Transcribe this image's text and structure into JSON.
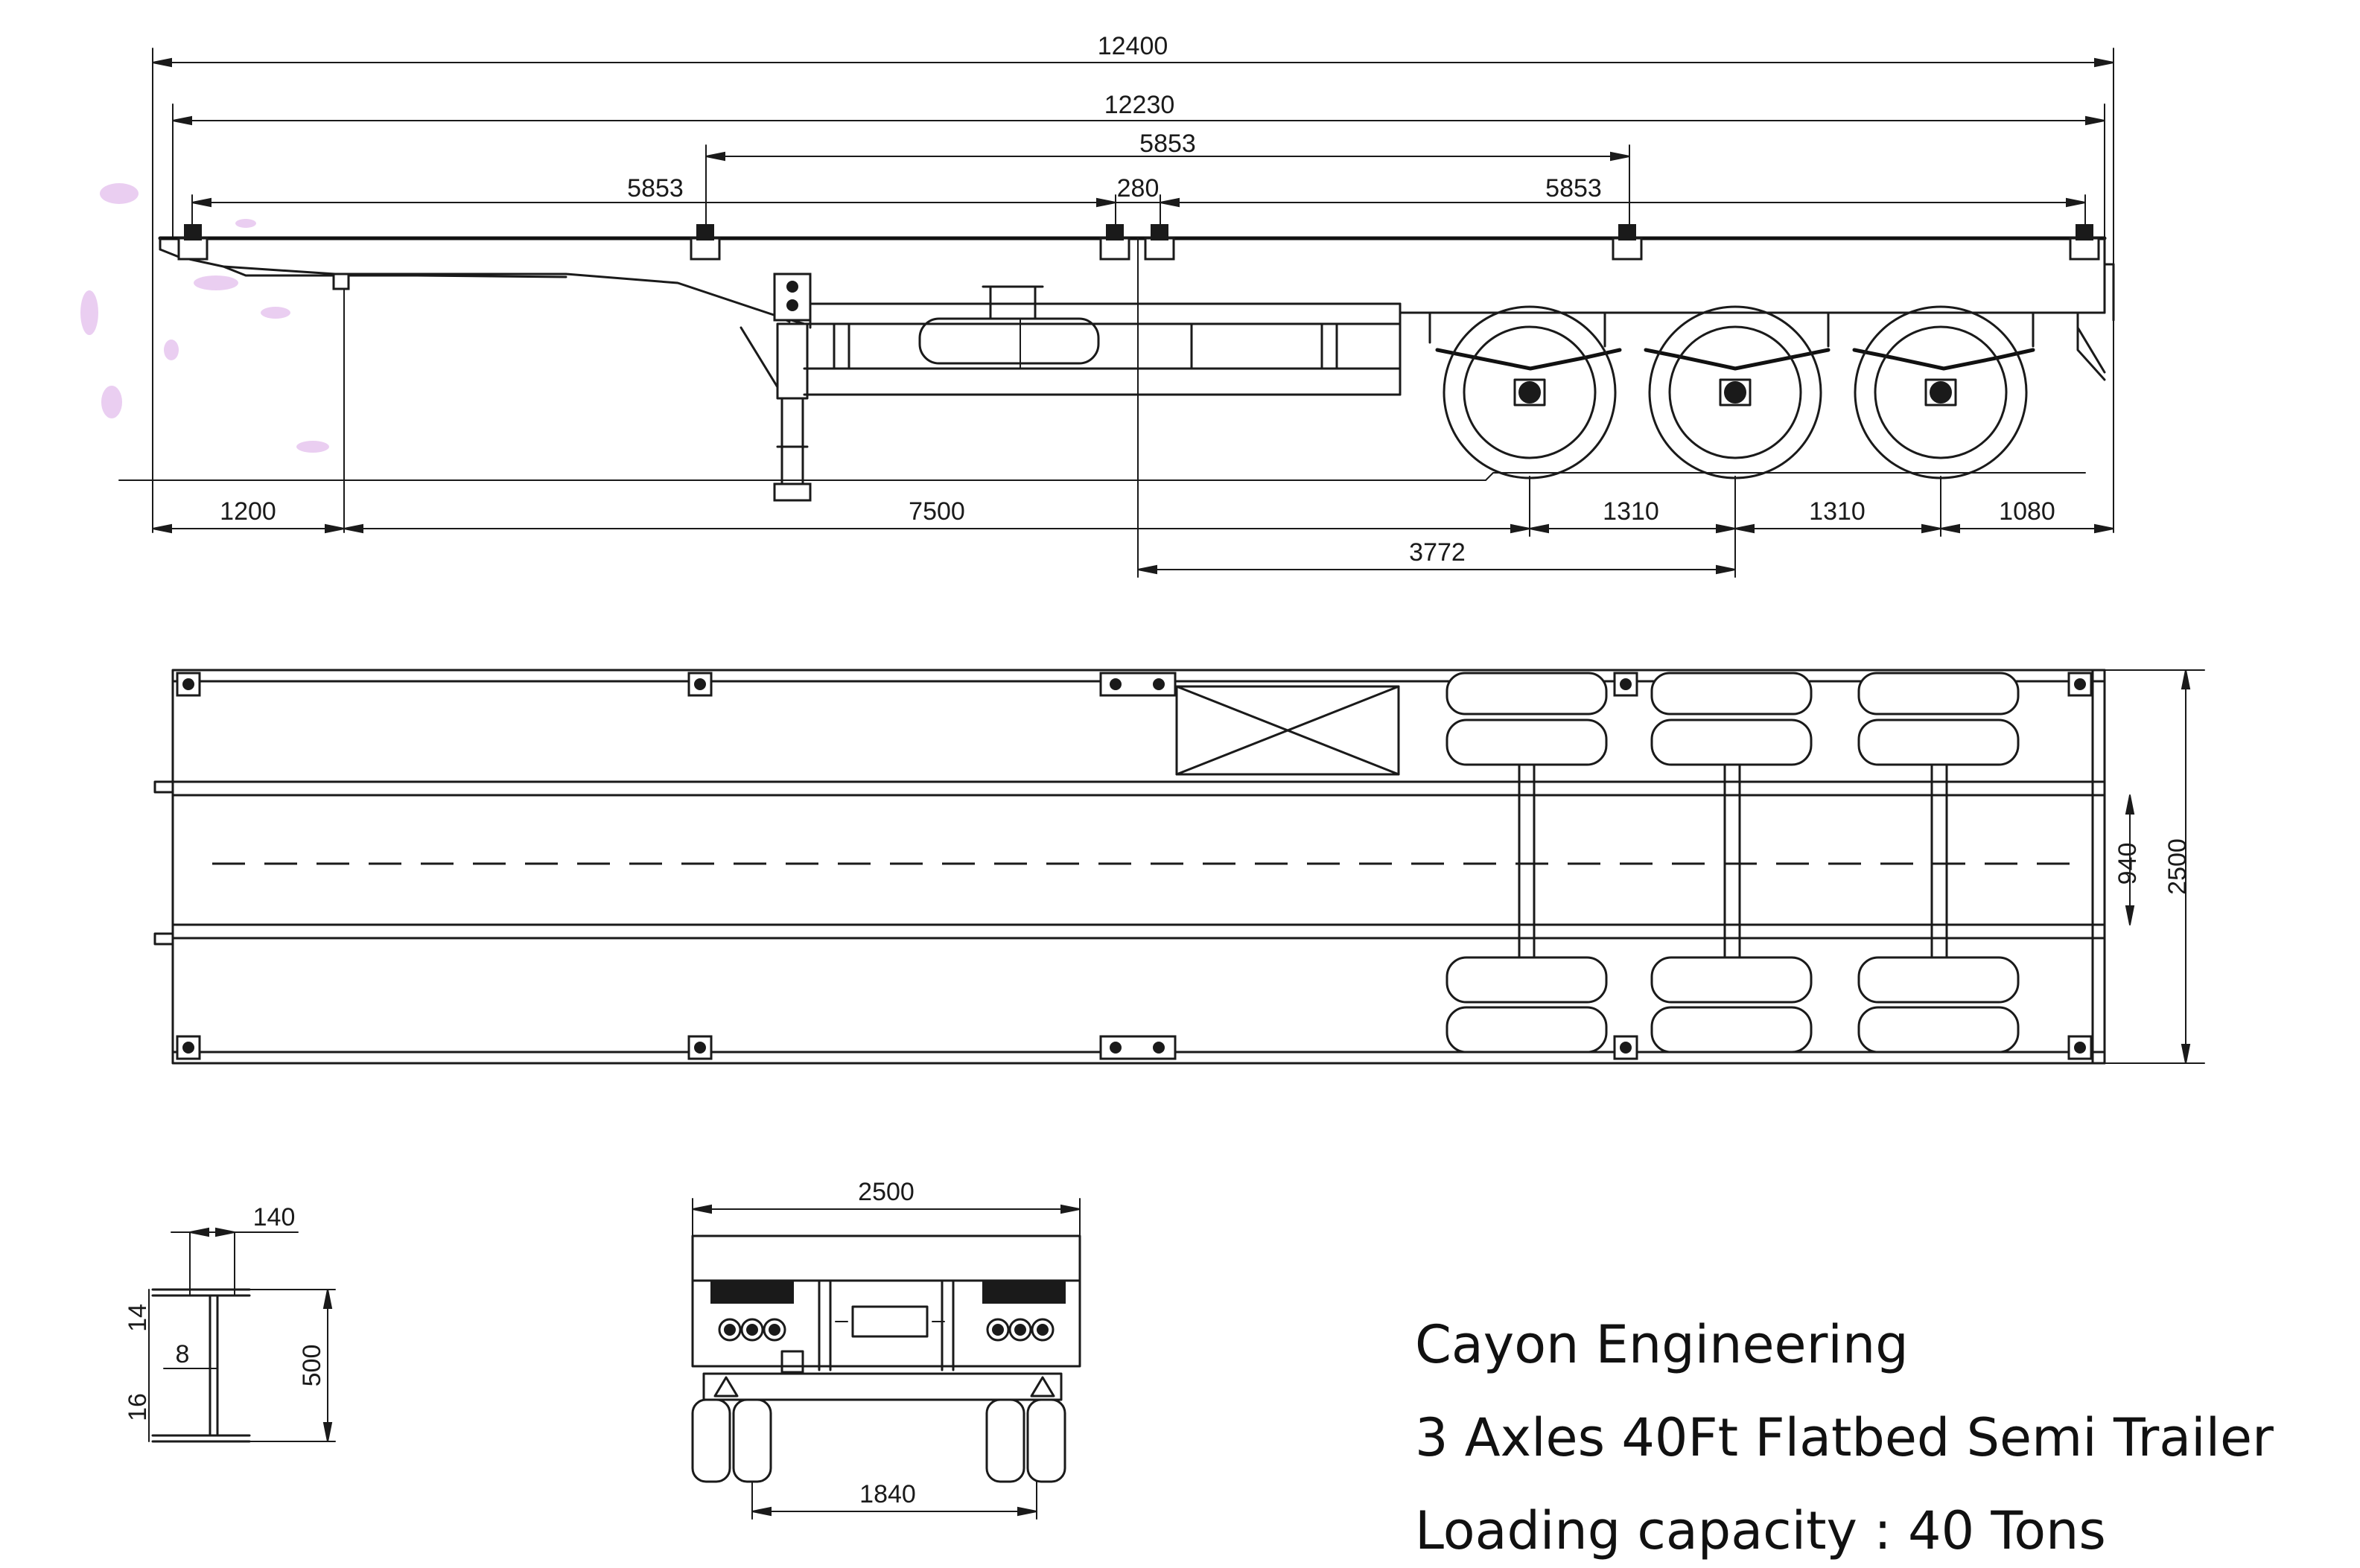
{
  "title": {
    "company": "Cayon Engineering",
    "product": "3 Axles 40Ft Flatbed Semi Trailer",
    "capacity": "Loading capacity : 40 Tons"
  },
  "side_view": {
    "overall_length": "12400",
    "deck_length": "12230",
    "twistlock_span_center": "5853",
    "twistlock_span_front": "5853",
    "twistlock_gap": "280",
    "twistlock_span_rear": "5853",
    "kingpin_offset": "1200",
    "kingpin_to_axles": "7500",
    "axle_spacing_1": "1310",
    "axle_spacing_2": "1310",
    "rear_overhang": "1080",
    "twistlock_to_mid_axle": "3772"
  },
  "top_view": {
    "beam_spacing": "940",
    "overall_width": "2500"
  },
  "beam_section": {
    "flange_width": "140",
    "top_flange": "14",
    "web": "8",
    "bottom_flange": "16",
    "beam_height": "500"
  },
  "rear_view": {
    "overall_width": "2500",
    "wheel_track": "1840"
  }
}
